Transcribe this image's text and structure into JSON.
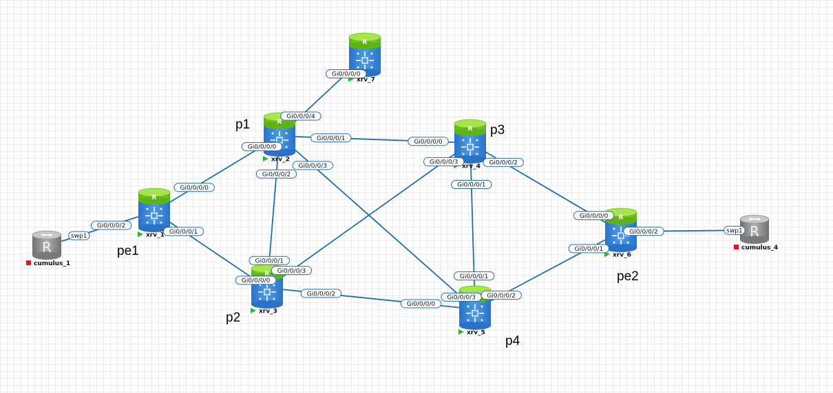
{
  "colors": {
    "link": "#1f6ea8",
    "router_body": "#2f7fd6",
    "router_top": "#7ed321",
    "running": "#2bb534",
    "stopped": "#e0142c",
    "switch_gray": "#8a8a8a"
  },
  "nodes": [
    {
      "id": "xrv_7",
      "name": "xrv_7",
      "role": "",
      "kind": "xrv",
      "status": "running"
    },
    {
      "id": "xrv_2",
      "name": "xrv_2",
      "role": "p1",
      "kind": "xrv",
      "status": "running"
    },
    {
      "id": "xrv_4",
      "name": "xrv_4",
      "role": "p3",
      "kind": "xrv",
      "status": "running"
    },
    {
      "id": "xrv_1",
      "name": "xrv_1",
      "role": "pe1",
      "kind": "xrv",
      "status": "running"
    },
    {
      "id": "xrv_3",
      "name": "xrv_3",
      "role": "p2",
      "kind": "xrv",
      "status": "running"
    },
    {
      "id": "xrv_5",
      "name": "xrv_5",
      "role": "p4",
      "kind": "xrv",
      "status": "running"
    },
    {
      "id": "xrv_6",
      "name": "xrv_6",
      "role": "pe2",
      "kind": "xrv",
      "status": "running"
    },
    {
      "id": "cumulus_1",
      "name": "cumulus_1",
      "role": "",
      "kind": "cumulus",
      "status": "stopped"
    },
    {
      "id": "cumulus_4",
      "name": "cumulus_4",
      "role": "",
      "kind": "cumulus",
      "status": "stopped"
    }
  ],
  "links": [
    {
      "id": "l1",
      "a": "xrv_7",
      "b": "xrv_2",
      "label_a": "Gi0/0/0/0",
      "label_b": "Gi0/0/0/4"
    },
    {
      "id": "l2",
      "a": "xrv_2",
      "b": "xrv_4",
      "label_a": "Gi0/0/0/1",
      "label_b": "Gi0/0/0/0"
    },
    {
      "id": "l3",
      "a": "xrv_2",
      "b": "xrv_1",
      "label_a": "Gi0/0/0/0",
      "label_b": "Gi0/0/0/0"
    },
    {
      "id": "l4",
      "a": "xrv_2",
      "b": "xrv_3",
      "label_a": "Gi0/0/0/2",
      "label_b": "Gi0/0/0/1"
    },
    {
      "id": "l5",
      "a": "xrv_2",
      "b": "xrv_5",
      "label_a": "Gi0/0/0/3",
      "label_b": "Gi0/0/0/3"
    },
    {
      "id": "l6",
      "a": "xrv_4",
      "b": "xrv_3",
      "label_a": "Gi0/0/0/3",
      "label_b": "Gi0/0/0/3"
    },
    {
      "id": "l7",
      "a": "xrv_4",
      "b": "xrv_5",
      "label_a": "Gi0/0/0/1",
      "label_b": "Gi0/0/0/1"
    },
    {
      "id": "l8",
      "a": "xrv_4",
      "b": "xrv_6",
      "label_a": "Gi0/0/0/2",
      "label_b": "Gi0/0/0/0"
    },
    {
      "id": "l9",
      "a": "xrv_1",
      "b": "xrv_3",
      "label_a": "Gi0/0/0/1",
      "label_b": "Gi0/0/0/0"
    },
    {
      "id": "l10",
      "a": "xrv_1",
      "b": "cumulus_1",
      "label_a": "Gi0/0/0/2",
      "label_b": "swp1"
    },
    {
      "id": "l11",
      "a": "xrv_3",
      "b": "xrv_5",
      "label_a": "Gi0/0/0/2",
      "label_b": "Gi0/0/0/0"
    },
    {
      "id": "l12",
      "a": "xrv_5",
      "b": "xrv_6",
      "label_a": "Gi0/0/0/2",
      "label_b": "Gi0/0/0/1"
    },
    {
      "id": "l13",
      "a": "xrv_6",
      "b": "cumulus_4",
      "label_a": "Gi0/0/0/2",
      "label_b": "swp1"
    }
  ]
}
